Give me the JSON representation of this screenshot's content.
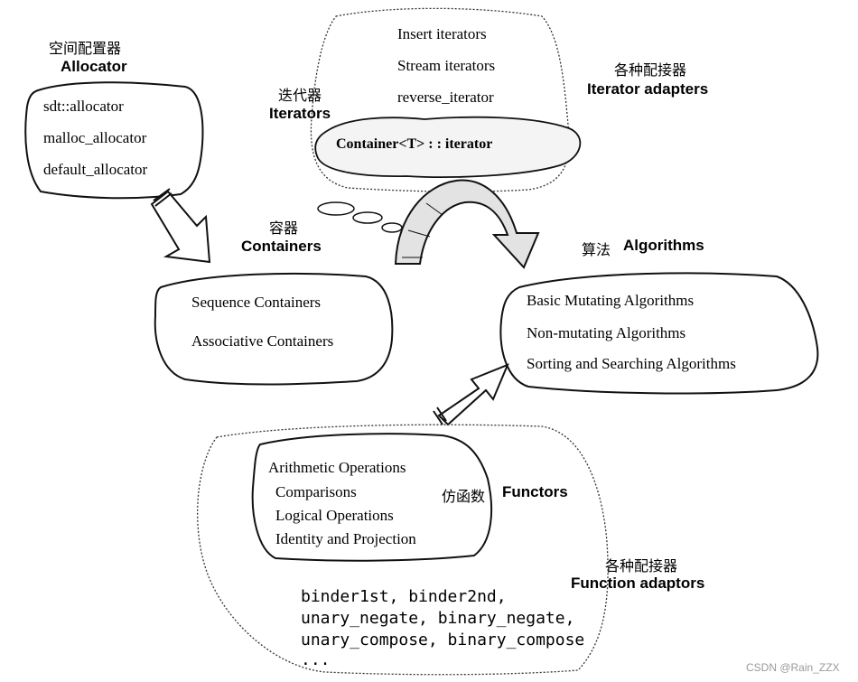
{
  "allocator": {
    "cn": "空间配置器",
    "en": "Allocator",
    "items": [
      "sdt::allocator",
      "malloc_allocator",
      "default_allocator"
    ]
  },
  "iterators": {
    "cn": "迭代器",
    "en": "Iterators",
    "items": [
      "Insert iterators",
      "Stream iterators",
      "reverse_iterator"
    ],
    "core": "Container<T> : : iterator"
  },
  "iterator_adapters": {
    "cn": "各种配接器",
    "en": "Iterator adapters"
  },
  "containers": {
    "cn": "容器",
    "en": "Containers",
    "items": [
      "Sequence Containers",
      "Associative Containers"
    ]
  },
  "algorithms": {
    "cn": "算法",
    "en": "Algorithms",
    "items": [
      "Basic Mutating Algorithms",
      "Non-mutating Algorithms",
      "Sorting and Searching Algorithms"
    ]
  },
  "functors": {
    "cn": "仿函数",
    "en": "Functors",
    "items": [
      "Arithmetic Operations",
      "Comparisons",
      "Logical Operations",
      "Identity and Projection"
    ]
  },
  "function_adaptors": {
    "cn": "各种配接器",
    "en": "Function adaptors",
    "code": [
      "binder1st, binder2nd,",
      "unary_negate, binary_negate,",
      "unary_compose, binary_compose",
      "..."
    ]
  },
  "watermark": "CSDN @Rain_ZZX"
}
